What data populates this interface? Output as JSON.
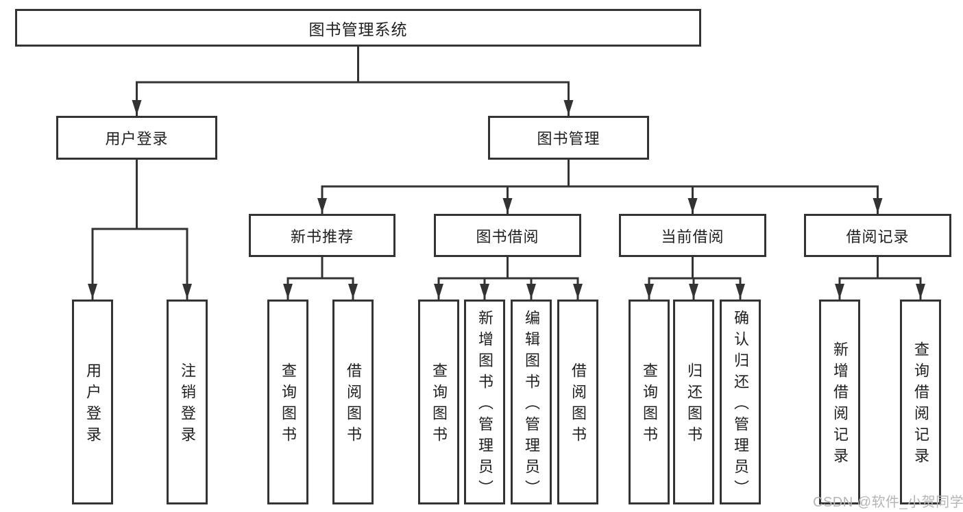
{
  "page": {
    "watermark": "CSDN @软件_小贺同学"
  },
  "colors": {
    "line": "#333333",
    "box_border": "#333333",
    "box_bg": "#ffffff",
    "text": "#1f1f1f",
    "watermark": "#b5b5b5",
    "background": "#ffffff"
  },
  "tree": {
    "root": {
      "label": "图书管理系统"
    },
    "branches": [
      {
        "label": "用户登录",
        "children": [
          {
            "label": "用户登录"
          },
          {
            "label": "注销登录"
          }
        ]
      },
      {
        "label": "图书管理",
        "groups": [
          {
            "label": "新书推荐",
            "children": [
              {
                "label": "查询图书"
              },
              {
                "label": "借阅图书"
              }
            ]
          },
          {
            "label": "图书借阅",
            "children": [
              {
                "label": "查询图书"
              },
              {
                "label": "新增图书（管理员）"
              },
              {
                "label": "编辑图书（管理员）"
              },
              {
                "label": "借阅图书"
              }
            ]
          },
          {
            "label": "当前借阅",
            "children": [
              {
                "label": "查询图书"
              },
              {
                "label": "归还图书"
              },
              {
                "label": "确认归还（管理员）"
              }
            ]
          },
          {
            "label": "借阅记录",
            "children": [
              {
                "label": "新增借阅记录"
              },
              {
                "label": "查询借阅记录"
              }
            ]
          }
        ]
      }
    ]
  }
}
